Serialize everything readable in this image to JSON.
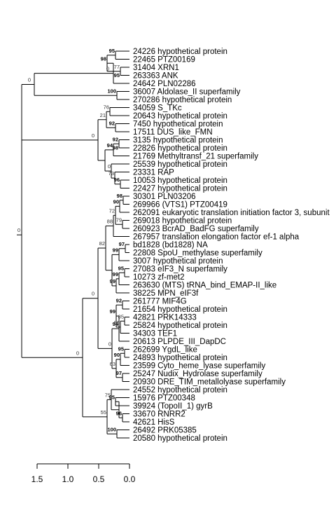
{
  "leaves": [
    "24226 hypothetical protein",
    "22465 PTZ00169",
    "31404 XRN1",
    "263363 ANK",
    "24642 PLN02286",
    "36007 Aldolase_II superfamily",
    "270286 hypothetical protein",
    "34059 S_TKc",
    "20643 hypothetical protein",
    "7450 hypothetical protein",
    "17511 DUS_like_FMN",
    "3135 hypothetical protein",
    "22826 hypothetical protein",
    "21769 Methyltransf_21 superfamily",
    "25539 hypothetical protein",
    "23331 RAP",
    "10053 hypothetical protein",
    "22427 hypothetical protein",
    "30301 PLN03206",
    "269966 (VTS1) PTZ00419",
    "262091 eukaryotic translation initiation factor 3, subunit",
    "269018 hypothetical protein",
    "260923 BcrAD_BadFG superfamily",
    "267957 translation elongation factor ef-1 alpha",
    "bd1828 (bd1828) NA",
    "22808 SpoU_methylase superfamily",
    "3007 hypothetical protein",
    "27083 eIF3_N superfamily",
    "10273 zf-met2",
    "263630 (MTS) tRNA_bind_EMAP-II_like",
    "38225 MPN_eIF3f",
    "261777 MIF4G",
    "21654 hypothetical protein",
    "42821 PRK14333",
    "25824 hypothetical protein",
    "34303 TEF1",
    "20613 PLPDE_III_DapDC",
    "262699 YgdL_like",
    "24893 hypothetical protein",
    "23599 Cyto_heme_lyase superfamily",
    "25247 Nudix_Hydrolase superfamily",
    "20930 DRE_TIM_metallolyase superfamily",
    "24552 hypothetical protein",
    "15976 PTZ00348",
    "39924 (TopoII_1) gyrB",
    "33670 RNRR2",
    "42621 HisS",
    "26492 PRK05385",
    "20580 hypothetical protein"
  ],
  "supports": [
    "95",
    "98",
    "77",
    "95",
    "100",
    "0",
    "0",
    "76",
    "21",
    "92",
    "92",
    "98",
    "94",
    "0",
    "73",
    "96",
    "0",
    "98",
    "90",
    "72",
    "79",
    "88",
    "82",
    "97",
    "99",
    "95",
    "99",
    "99",
    "92",
    "99",
    "85",
    "94",
    "85",
    "95",
    "90",
    "63",
    "97",
    "0",
    "0",
    "75",
    "95",
    "96",
    "55",
    "100",
    "0"
  ],
  "bold_supports": [
    "95",
    "98",
    "95",
    "100",
    "92",
    "92",
    "98",
    "94",
    "96",
    "98",
    "90",
    "97",
    "99",
    "95",
    "99",
    "99",
    "92",
    "99",
    "94",
    "95",
    "90",
    "97",
    "95",
    "96",
    "100"
  ],
  "scale": {
    "ticks": [
      "1.5",
      "1.0",
      "0.5",
      "0.0"
    ]
  }
}
